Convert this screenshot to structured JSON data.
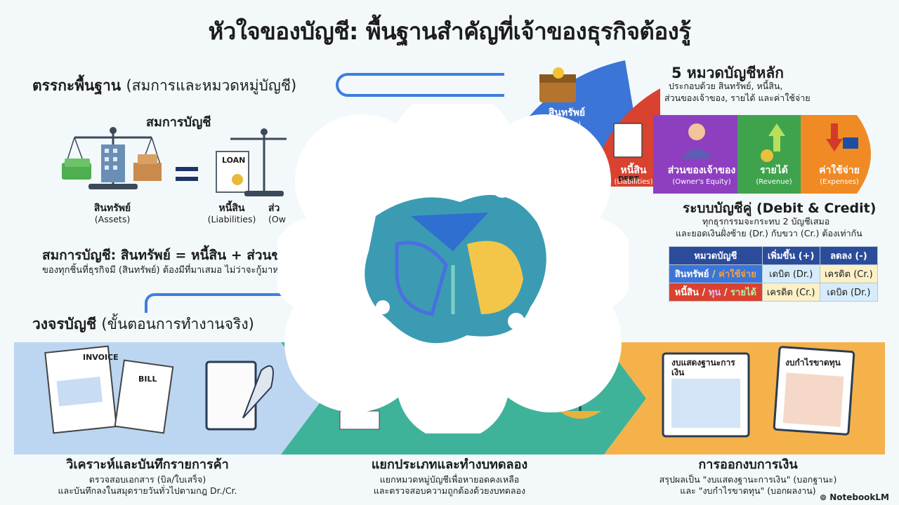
{
  "title": "หัวใจของบัญชี: พื้นฐานสำคัญที่เจ้าของธุรกิจต้องรู้",
  "logic": {
    "heading_bold": "ตรรกะพื้นฐาน",
    "heading_light": "(สมการและหมวดหมู่บัญชี)",
    "equation_title": "สมการบัญชี",
    "assets_label": "สินทรัพย์",
    "assets_sub": "(Assets)",
    "liab_label": "หนี้สิน",
    "liab_sub": "(Liabilities)",
    "equity_label": "ส่ว",
    "equity_sub": "(Ow",
    "loan_label": "LOAN",
    "formula": "สมการบัญชี: สินทรัพย์ = หนี้สิน + ส่วนขอ",
    "formula_note": "ของทุกชิ้นที่ธุรกิจมี (สินทรัพย์) ต้องมีที่มาเสมอ ไม่ว่าจะกู้มาห"
  },
  "categories": {
    "heading": "5 หมวดบัญชีหลัก",
    "desc_line1": "ประกอบด้วย สินทรัพย์, หนี้สิน,",
    "desc_line2": "ส่วนของเจ้าของ, รายได้ และค่าใช้จ่าย",
    "items": [
      {
        "label": "สินทรัพย์",
        "sub": "(Assets)",
        "color": "#3c75d8"
      },
      {
        "label": "หนี้สิน",
        "sub": "(Liabilities)",
        "color": "#d9422f"
      },
      {
        "label": "ส่วนของเจ้าของ",
        "sub": "(Owner's Equity)",
        "color": "#8e3fc0"
      },
      {
        "label": "รายได้",
        "sub": "(Revenue)",
        "color": "#3fa34d"
      },
      {
        "label": "ค่าใช้จ่าย",
        "sub": "(Expenses)",
        "color": "#f08a24"
      }
    ],
    "debt_tag": "DEBT"
  },
  "double_entry": {
    "heading": "ระบบบัญชีคู่ (Debit & Credit)",
    "desc_line1": "ทุกธุรกรรมจะกระทบ 2 บัญชีเสมอ",
    "desc_line2": "และยอดเงินฝั่งซ้าย (Dr.) กับขวา (Cr.) ต้องเท่ากัน",
    "table": {
      "headers": [
        "หมวดบัญชี",
        "เพิ่มขึ้น (+)",
        "ลดลง (-)"
      ],
      "rows": [
        {
          "cat_a": "สินทรัพย์",
          "sep": " / ",
          "cat_b": "ค่าใช้จ่าย",
          "inc": "เดบิต (Dr.)",
          "dec": "เครดิต (Cr.)"
        },
        {
          "cat_a": "หนี้สิน",
          "sep": " / ",
          "cat_b": "ทุน",
          "sep2": " / ",
          "cat_c": "รายได้",
          "inc": "เครดิต (Cr.)",
          "dec": "เดบิต (Dr.)"
        }
      ]
    }
  },
  "cycle": {
    "heading_bold": "วงจรบัญชี",
    "heading_light": "(ขั้นตอนการทำงานจริง)",
    "steps": [
      {
        "title": "วิเคราะห์และบันทึกรายการค้า",
        "line1": "ตรวจสอบเอกสาร (บิล/ใบเสร็จ)",
        "line2": "และบันทึกลงในสมุดรายวันทั่วไปตามกฎ Dr./Cr."
      },
      {
        "title": "แยกประเภทและทำงบทดลอง",
        "line1": "แยกหมวดหมู่บัญชีเพื่อหายอดคงเหลือ",
        "line2": "และตรวจสอบความถูกต้องด้วยงบทดลอง"
      },
      {
        "title": "การออกงบการเงิน",
        "line1": "สรุปผลเป็น \"งบแสดงฐานะการเงิน\" (บอกฐานะ)",
        "line2": "และ \"งบกำไรขาดทุน\" (บอกผลงาน)"
      }
    ],
    "invoice_label": "INVOICE",
    "bill_label": "BILL",
    "report1": "งบแสดงฐานะการเงิน",
    "report2": "งบกำไรขาดทุน"
  },
  "watermark": "NotebookLM"
}
